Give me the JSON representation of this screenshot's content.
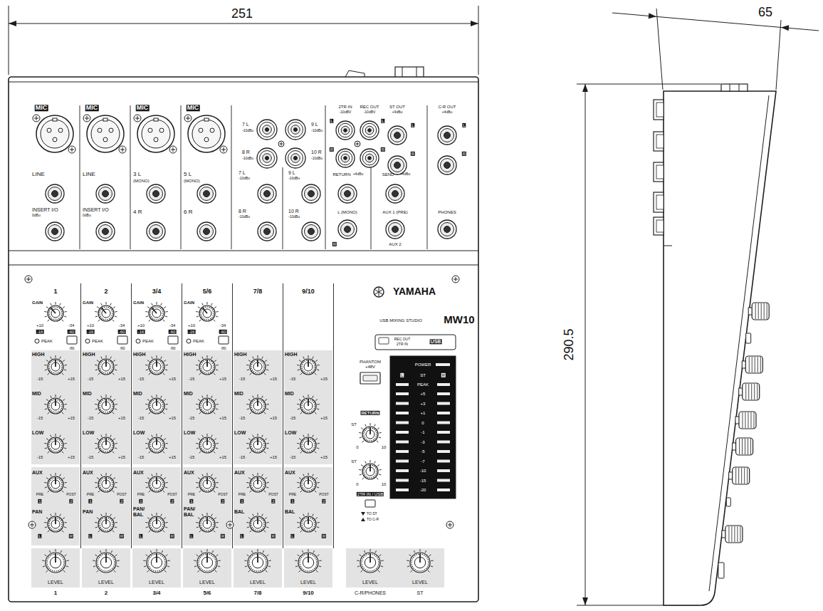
{
  "diagram": {
    "labels": [
      "251",
      "65",
      "290.5",
      "MIC",
      "MIC",
      "MIC",
      "MIC",
      "LINE",
      "INSERT I/O",
      "0dBu",
      "LINE",
      "INSERT I/O",
      "0dBu",
      "3 L",
      "(MONO)",
      "4 R",
      "5 L",
      "(MONO)",
      "6 R",
      "7 L",
      "-10dBu",
      "8 R",
      "-10dBu",
      "9 L",
      "-10dBu",
      "10 R",
      "-10dBu",
      "7 L",
      "-10dBu",
      "8 R",
      "-10dBu",
      "9 L",
      "-10dBu",
      "10 R",
      "-10dBu",
      "2TR IN",
      "-10dBV",
      "REC OUT",
      "-10dBV",
      "L",
      "L",
      "R",
      "R",
      "ST OUT",
      "+4dBu",
      "L",
      "R",
      "C-R OUT",
      "+4dBu",
      "L",
      "R",
      "RETURN",
      "+4dBu",
      "L (MONO)",
      "R",
      "SEND",
      "+4dBu",
      "AUX 1 (PRE)",
      "AUX 2",
      "PHONES",
      "1",
      "2",
      "3/4",
      "5/6",
      "7/8",
      "9/10",
      "GAIN",
      "+10",
      "-34",
      "-16",
      "-60",
      "PEAK",
      "/80",
      "GAIN",
      "+10",
      "-34",
      "-16",
      "-60",
      "PEAK",
      "/80",
      "GAIN",
      "+10",
      "-34",
      "-16",
      "-60",
      "PEAK",
      "/80",
      "GAIN",
      "+10",
      "-34",
      "-16",
      "-60",
      "PEAK",
      "/80",
      "HIGH",
      "-15",
      "+15",
      "MID",
      "-15",
      "+15",
      "LOW",
      "-15",
      "+15",
      "HIGH",
      "-15",
      "+15",
      "MID",
      "-15",
      "+15",
      "LOW",
      "-15",
      "+15",
      "HIGH",
      "-15",
      "+15",
      "MID",
      "-15",
      "+15",
      "LOW",
      "-15",
      "+15",
      "HIGH",
      "-15",
      "+15",
      "MID",
      "-15",
      "+15",
      "LOW",
      "-15",
      "+15",
      "HIGH",
      "-15",
      "+15",
      "MID",
      "-15",
      "+15",
      "LOW",
      "-15",
      "+15",
      "HIGH",
      "-15",
      "+15",
      "MID",
      "-15",
      "+15",
      "LOW",
      "-15",
      "+15",
      "AUX",
      "PRE",
      "POST",
      "1",
      "2",
      "AUX",
      "PRE",
      "POST",
      "1",
      "2",
      "AUX",
      "PRE",
      "POST",
      "1",
      "2",
      "AUX",
      "PRE",
      "POST",
      "1",
      "2",
      "AUX",
      "PRE",
      "POST",
      "1",
      "2",
      "AUX",
      "PRE",
      "POST",
      "1",
      "2",
      "PAN",
      "L",
      "R",
      "PAN",
      "L",
      "R",
      "PAN/ BAL",
      "L",
      "R",
      "PAN/ BAL",
      "L",
      "R",
      "BAL",
      "L",
      "R",
      "BAL",
      "L",
      "R",
      "LEVEL",
      "1",
      "LEVEL",
      "2",
      "LEVEL",
      "3/4",
      "LEVEL",
      "5/6",
      "LEVEL",
      "7/8",
      "LEVEL",
      "9/10",
      "YAMAHA",
      "USB MIXING STUDIO",
      "MW10",
      "REC OUT",
      "2TR IN",
      "USB",
      "PHANTOM +48V",
      "POWER",
      "L",
      "ST",
      "R",
      "PEAK",
      "+5",
      "+3",
      "+1",
      "0",
      "-1",
      "-3",
      "-5",
      "-7",
      "-10",
      "-15",
      "-20",
      "RETURN",
      "ST",
      "0",
      "10",
      "ST",
      "0",
      "10",
      "2TR IN / USB",
      "TO ST",
      "TO C-R",
      "LEVEL",
      "C-R/PHONES",
      "LEVEL",
      "ST"
    ]
  }
}
